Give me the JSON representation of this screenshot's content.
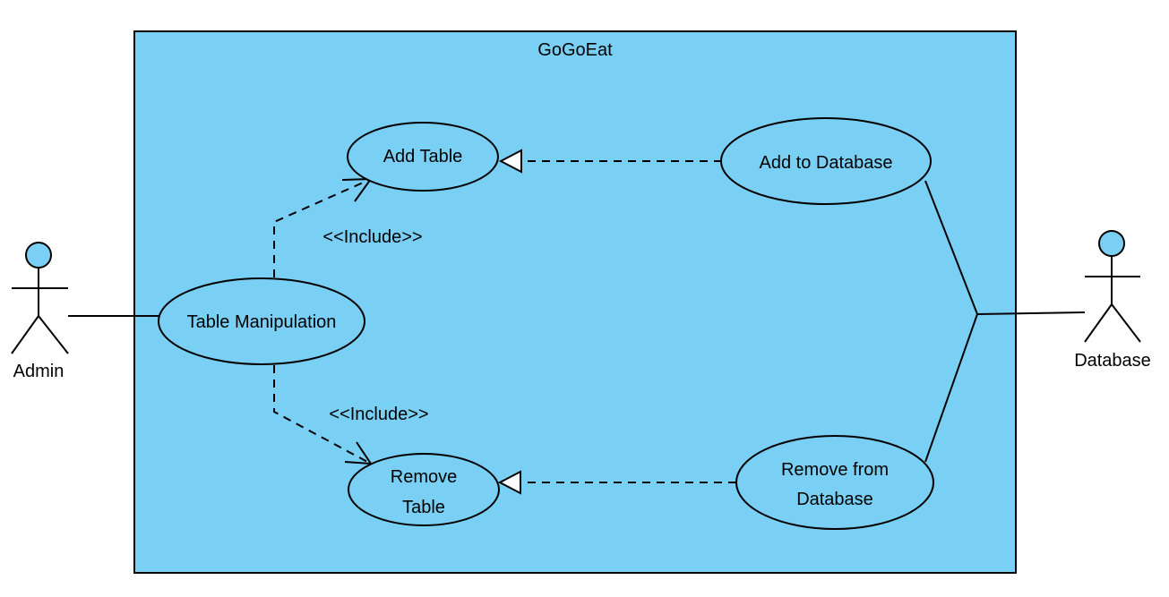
{
  "system": {
    "title": "GoGoEat"
  },
  "actors": {
    "admin": "Admin",
    "database": "Database"
  },
  "use_cases": {
    "add_table": "Add Table",
    "table_manipulation": "Table Manipulation",
    "remove_table_line1": "Remove",
    "remove_table_line2": "Table",
    "add_to_database": "Add to Database",
    "remove_from_database_line1": "Remove from",
    "remove_from_database_line2": "Database"
  },
  "relations": {
    "include_top": "<<Include>>",
    "include_bottom": "<<Include>>"
  },
  "colors": {
    "system_fill": "#7ACFF4",
    "actor_head_fill": "#7ACFF4",
    "stroke": "#000000"
  }
}
